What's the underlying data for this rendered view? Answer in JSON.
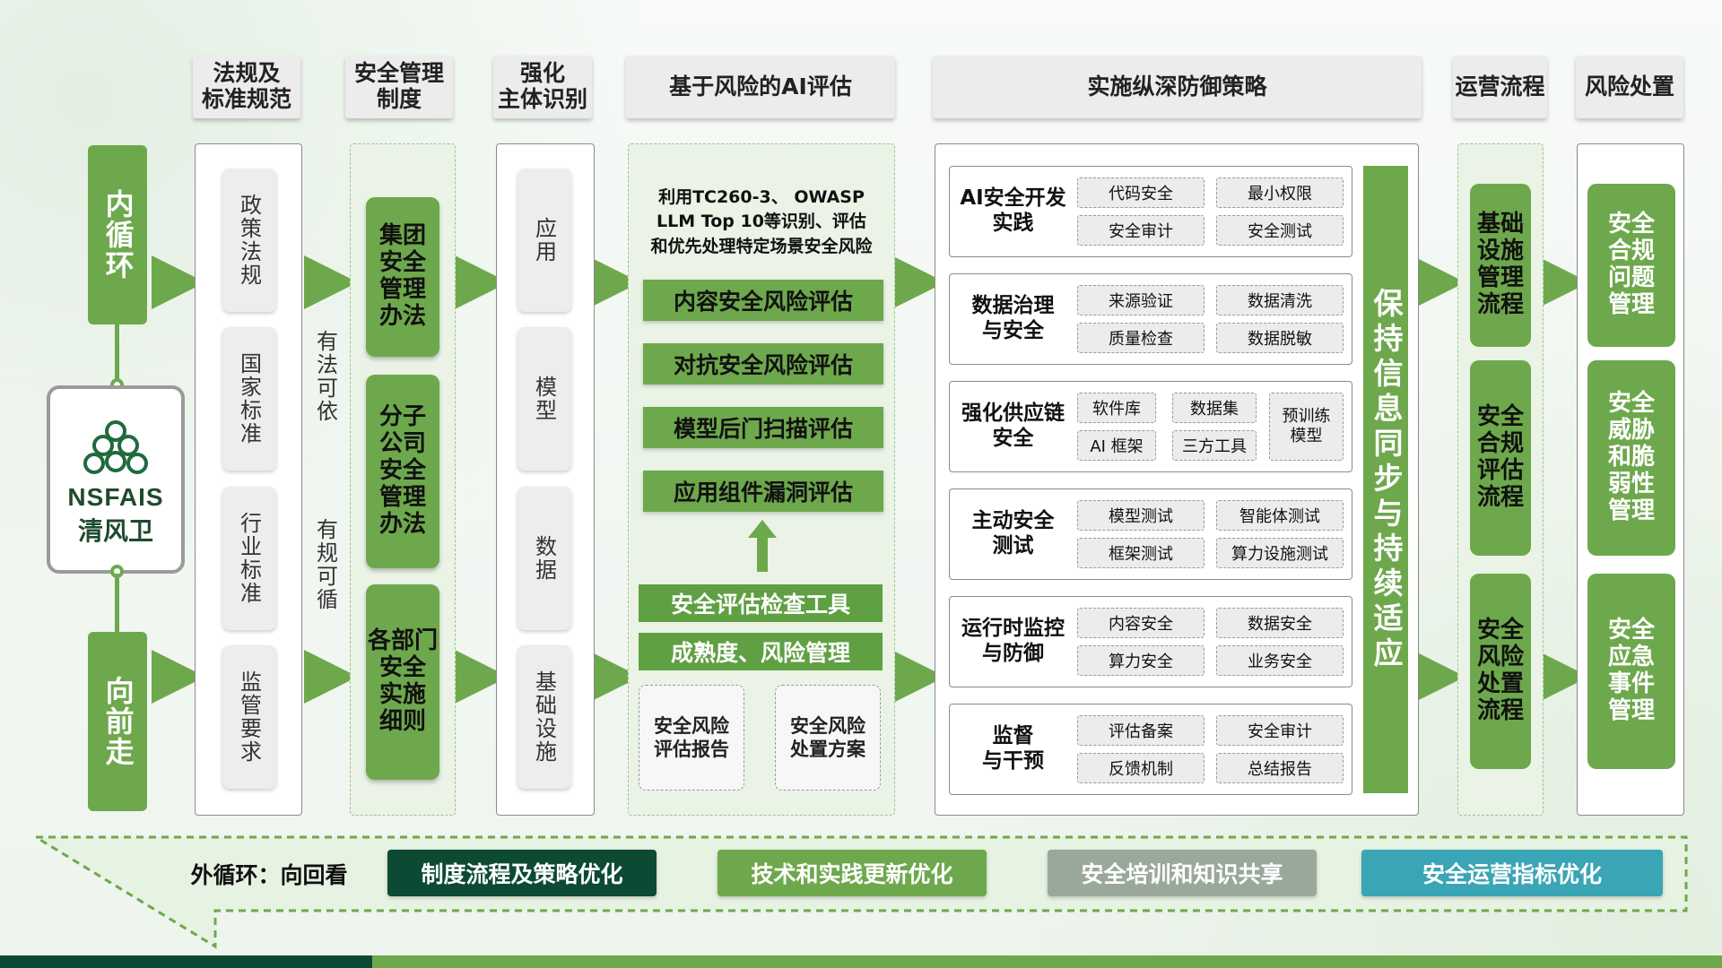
{
  "headers": {
    "regs": "法规及\n标准规范",
    "mgmt": "安全管理\n制度",
    "entity": "强化\n主体识别",
    "ai_eval": "基于风险的AI评估",
    "defense": "实施纵深防御策略",
    "ops": "运营流程",
    "risk": "风险处置"
  },
  "left": {
    "inner": "内循环",
    "forward": "向前走",
    "logo_top": "NSFAIS",
    "logo_bottom": "清风卫"
  },
  "regs_items": [
    "政策法规",
    "国家标准",
    "行业标准",
    "监管要求"
  ],
  "mid_labels": [
    "有法可依",
    "有规可循"
  ],
  "mgmt_items": [
    "集团\n安全\n管理\n办法",
    "分子\n公司\n安全\n管理\n办法",
    "各部门\n安全\n实施\n细则"
  ],
  "entity_items": [
    "应用",
    "模型",
    "数据",
    "基础设施"
  ],
  "ai_eval": {
    "intro": "利用TC260-3、 OWASP\nLLM Top 10等识别、评估\n和优先处理特定场景安全风险",
    "items": [
      "内容安全风险评估",
      "对抗安全风险评估",
      "模型后门扫描评估",
      "应用组件漏洞评估"
    ],
    "tool": "安全评估检查工具",
    "maturity": "成熟度、风险管理",
    "report": "安全风险\n评估报告",
    "plan": "安全风险\n处置方案"
  },
  "defense_rows": [
    {
      "title": "AI安全开发\n实践",
      "chips": [
        "代码安全",
        "最小权限",
        "安全审计",
        "安全测试"
      ]
    },
    {
      "title": "数据治理\n与安全",
      "chips": [
        "来源验证",
        "数据清洗",
        "质量检查",
        "数据脱敏"
      ]
    },
    {
      "title": "强化供应链\n安全",
      "chips": [
        "软件库",
        "数据集",
        "AI 框架",
        "三方工具",
        "预训练\n模型"
      ]
    },
    {
      "title": "主动安全\n测试",
      "chips": [
        "模型测试",
        "智能体测试",
        "框架测试",
        "算力设施测试"
      ]
    },
    {
      "title": "运行时监控\n与防御",
      "chips": [
        "内容安全",
        "数据安全",
        "算力安全",
        "业务安全"
      ]
    },
    {
      "title": "监督\n与干预",
      "chips": [
        "评估备案",
        "安全审计",
        "反馈机制",
        "总结报告"
      ]
    }
  ],
  "sync": "保持信息同步与持续适应",
  "ops_items": [
    "基础\n设施\n管理\n流程",
    "安全\n合规\n评估\n流程",
    "安全\n风险\n处置\n流程"
  ],
  "risk_items": [
    "安全\n合规\n问题\n管理",
    "安全\n威胁\n和脆\n弱性\n管理",
    "安全\n应急\n事件\n管理"
  ],
  "bottom": {
    "label": "外循环：向回看",
    "buttons": [
      "制度流程及策略优化",
      "技术和实践更新优化",
      "安全培训和知识共享",
      "安全运营指标优化"
    ]
  },
  "colors": {
    "green": "#6ea84c",
    "dark_green": "#0d4a33",
    "gray_green": "#9aa89c",
    "teal": "#3aa5b5"
  }
}
